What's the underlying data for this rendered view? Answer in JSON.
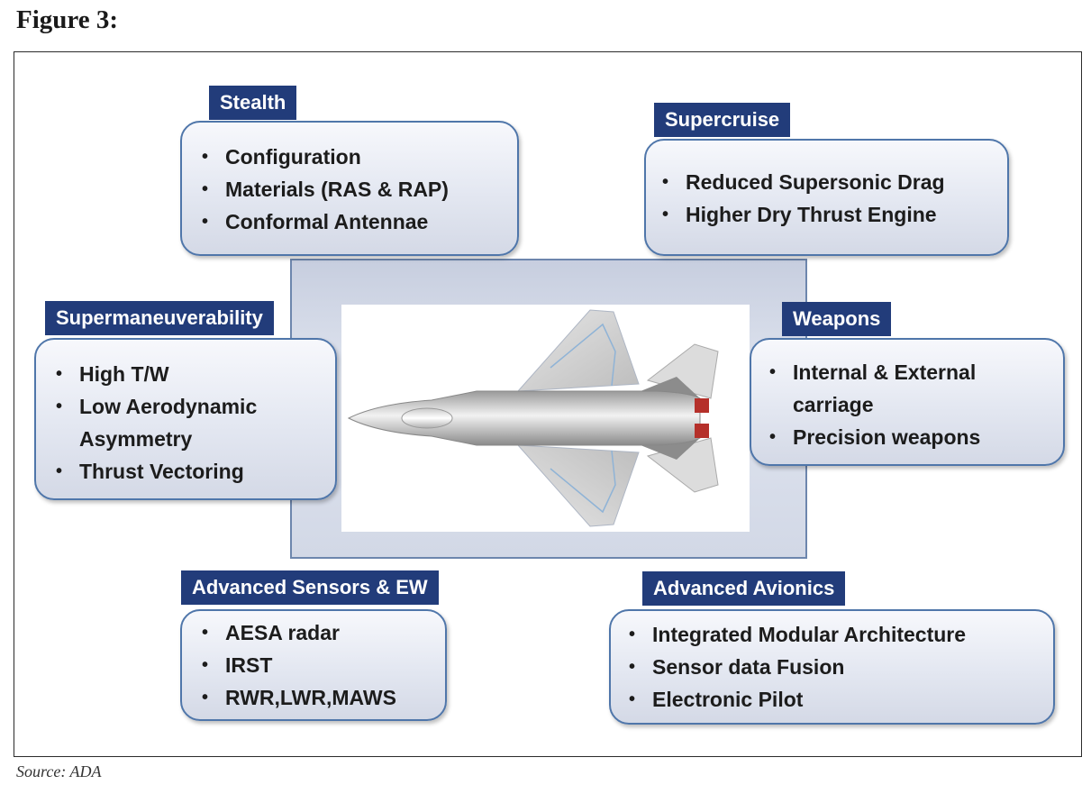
{
  "figure_label": "Figure 3:",
  "source": "Source: ADA",
  "boxes": {
    "stealth": {
      "title": "Stealth",
      "items": [
        "Configuration",
        "Materials (RAS & RAP)",
        "Conformal Antennae"
      ]
    },
    "supercruise": {
      "title": "Supercruise",
      "items": [
        "Reduced Supersonic Drag",
        "Higher Dry Thrust Engine"
      ]
    },
    "supermaneuverability": {
      "title": "Supermaneuverability",
      "items": [
        "High T/W",
        "Low Aerodynamic Asymmetry",
        "Thrust Vectoring"
      ]
    },
    "weapons": {
      "title": "Weapons",
      "items": [
        "Internal  & External carriage",
        "Precision weapons"
      ]
    },
    "sensors": {
      "title": "Advanced Sensors & EW",
      "items": [
        "AESA radar",
        "IRST",
        "RWR,LWR,MAWS"
      ]
    },
    "avionics": {
      "title": "Advanced Avionics",
      "items": [
        "Integrated Modular Architecture",
        "Sensor data Fusion",
        "Electronic Pilot"
      ]
    }
  },
  "bullet": "•",
  "colors": {
    "tag_bg": "#223c7a",
    "card_border": "#4f76aa",
    "panel_border": "#6d86ad"
  }
}
